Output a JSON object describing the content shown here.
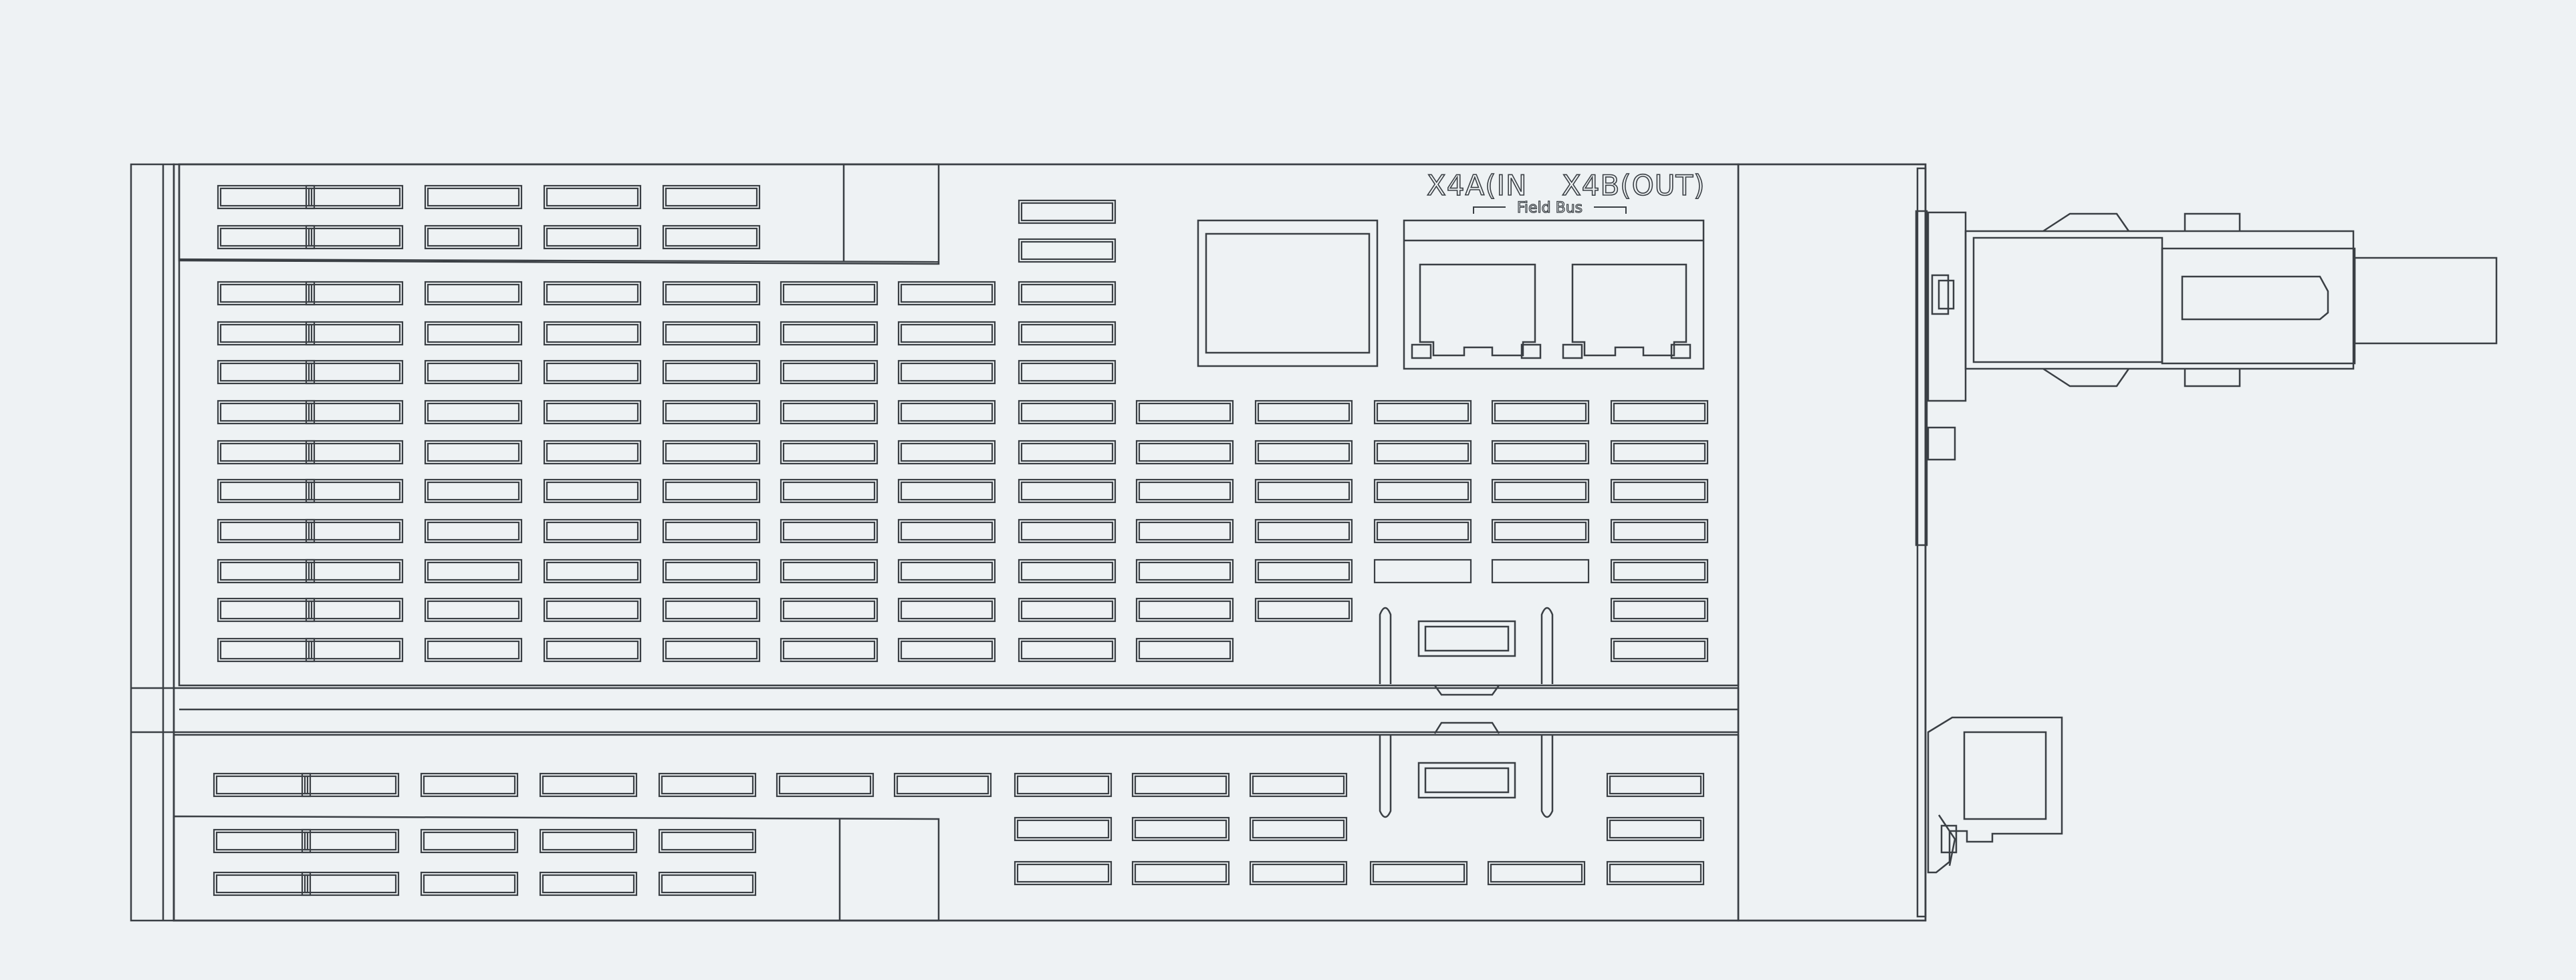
{
  "colors": {
    "background": "#eef2f4",
    "line": "#3a3f44",
    "fill": "#eef2f4",
    "accent_line": "#24292e"
  },
  "labels": {
    "port_in": "X4A(IN",
    "port_out": "X4B(OUT)",
    "field_bus": "Field Bus"
  },
  "icons": {
    "rj45_port_in": "ethernet-port-icon",
    "rj45_port_out": "ethernet-port-icon",
    "display": "display-window-icon"
  }
}
